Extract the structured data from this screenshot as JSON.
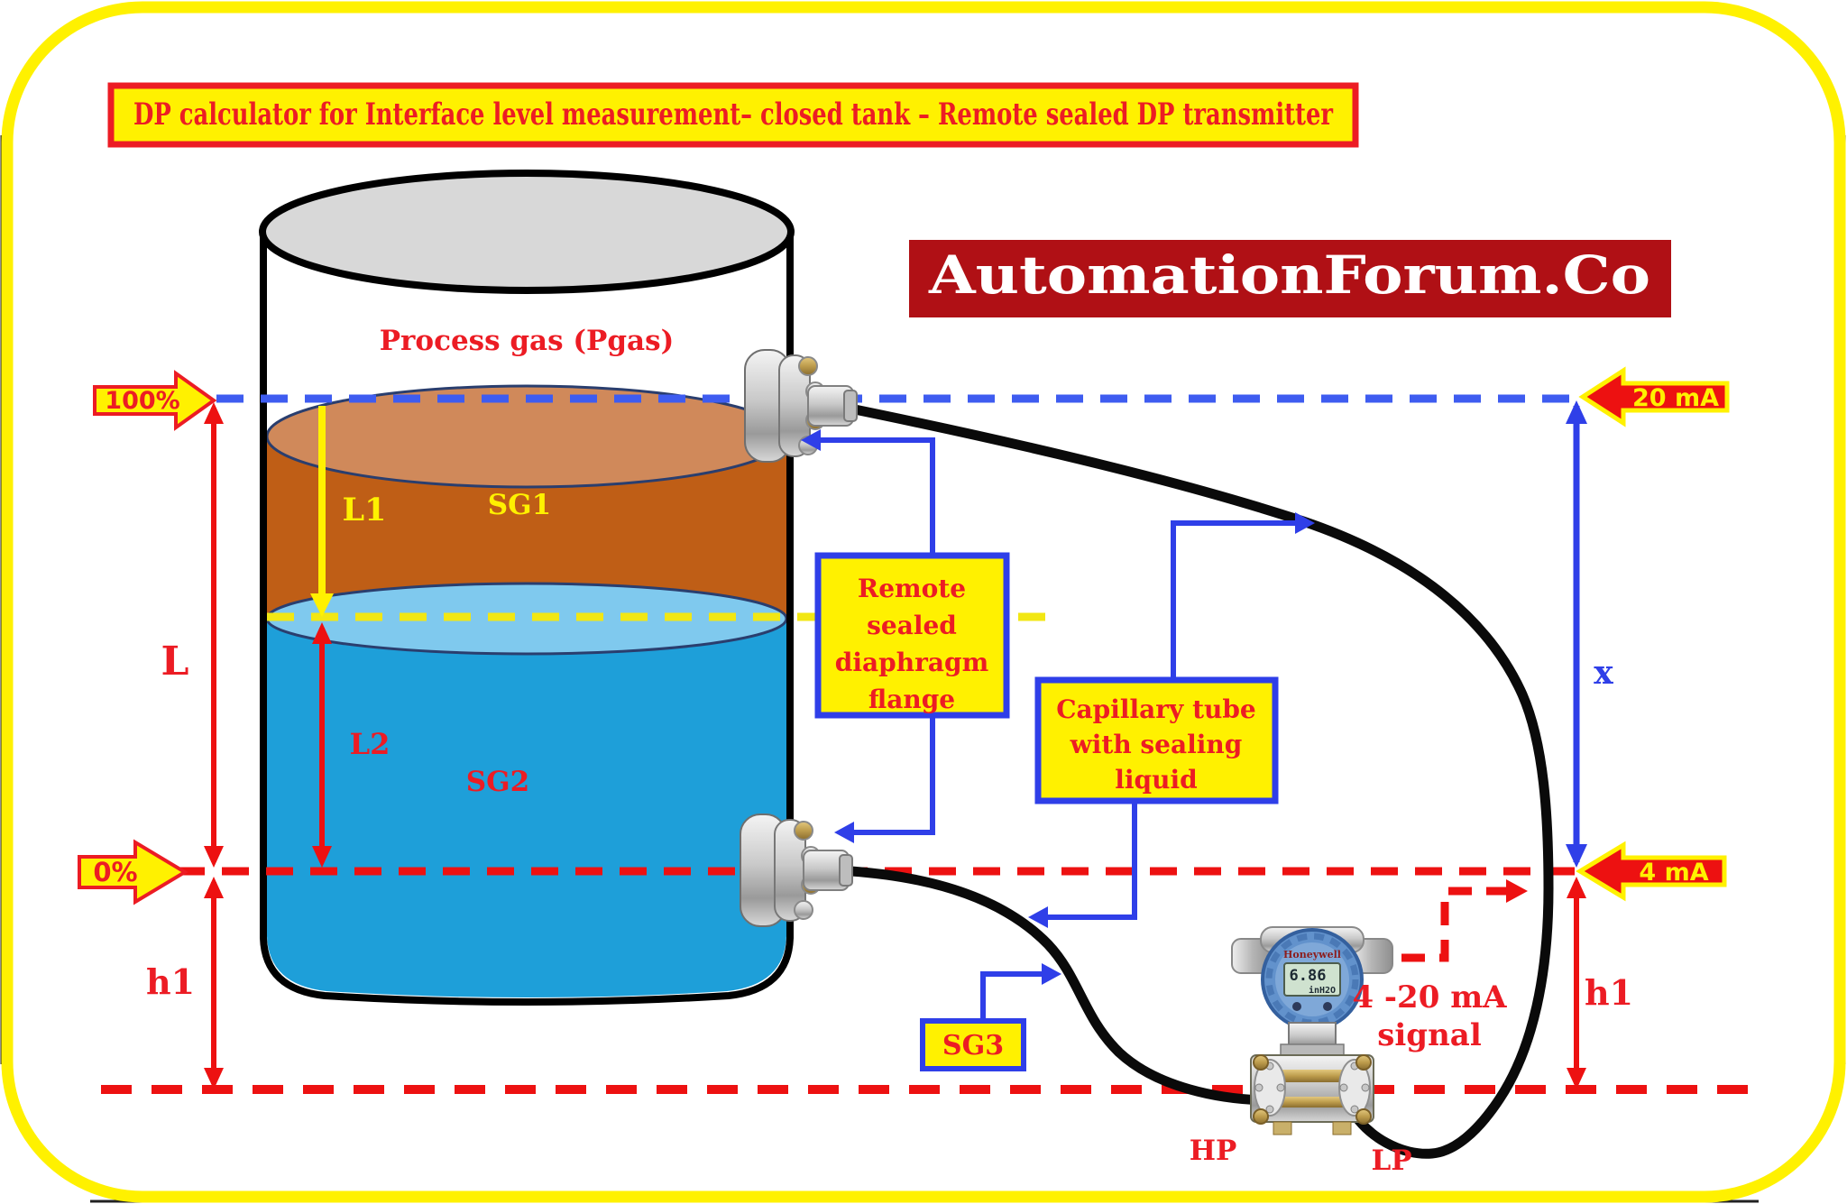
{
  "title": "DP calculator for Interface level measurement– closed tank – Remote sealed DP transmitter",
  "logo": "AutomationForum.Co",
  "tank": {
    "gas_label": "Process gas (Pgas)",
    "sg1": "SG1",
    "sg2": "SG2"
  },
  "dimensions": {
    "L1": "L1",
    "L2": "L2",
    "L": "L",
    "h1_left": "h1",
    "h1_right": "h1",
    "x": "x"
  },
  "levels": {
    "pct_100": "100%",
    "pct_0": "0%",
    "ma_20": "20 mA",
    "ma_4": "4 mA"
  },
  "boxes": {
    "remote": {
      "lines": [
        "Remote",
        "sealed",
        "diaphragm",
        "flange"
      ]
    },
    "capillary": {
      "lines": [
        "Capillary tube",
        "with sealing",
        "liquid"
      ]
    },
    "sg3": "SG3"
  },
  "signal": {
    "line1": "4 -20 mA",
    "line2": "signal"
  },
  "transmitter": {
    "brand": "Honeywell",
    "lcd_value": "6.86",
    "lcd_unit": "inH2O",
    "hp": "HP",
    "lp": "LP"
  },
  "colors": {
    "yellow": "#FFF100",
    "yellowdash": "#F2E713",
    "red": "#EC1C24",
    "redline": "#ED1111",
    "darkred": "#B01015",
    "blue": "#2F3FE8",
    "bluedash": "#3E5CF0",
    "brown": "#BF5E16",
    "tan": "#D0895A",
    "pale": "#7FC9EE",
    "water": "#1E9FD9",
    "lid": "#D8D8D8",
    "edge": "#2A3E6E",
    "ink": "#0A0A0A"
  }
}
